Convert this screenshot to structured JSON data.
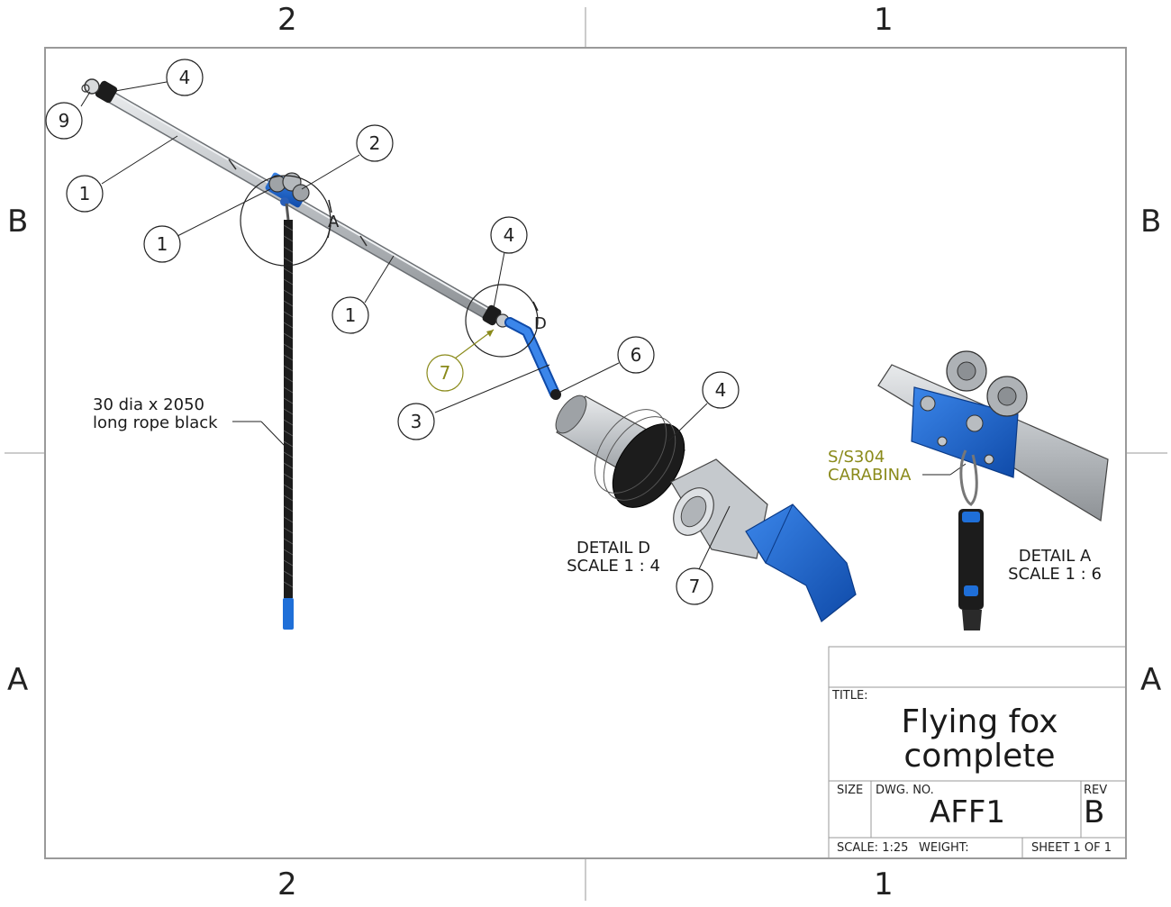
{
  "zones": {
    "top": [
      "2",
      "1"
    ],
    "bottom": [
      "2",
      "1"
    ],
    "left": [
      "B",
      "A"
    ],
    "right": [
      "B",
      "A"
    ]
  },
  "balloons": {
    "b9": "9",
    "b4_top": "4",
    "b1_a": "1",
    "b1_b": "1",
    "b2": "2",
    "b1_c": "1",
    "b4_mid": "4",
    "b7_mid": "7",
    "b6": "6",
    "b3": "3",
    "b4_detail": "4",
    "b7_detail": "7"
  },
  "view_labels": {
    "detail_a_marker": "A",
    "detail_d_marker": "D"
  },
  "notes": {
    "rope": [
      "30 dia x 2050",
      "long rope black"
    ],
    "carabina": [
      "S/S304",
      "CARABINA"
    ],
    "detail_d": [
      "DETAIL D",
      "SCALE 1 : 4"
    ],
    "detail_a": [
      "DETAIL A",
      "SCALE 1 : 6"
    ]
  },
  "title_block": {
    "title_label": "TITLE:",
    "title_lines": [
      "Flying fox",
      "complete"
    ],
    "size_label": "SIZE",
    "dwg_no_label": "DWG.  NO.",
    "dwg_no": "AFF1",
    "rev_label": "REV",
    "rev": "B",
    "scale": "SCALE: 1:25",
    "weight": "WEIGHT:",
    "sheet": "SHEET 1 OF 1"
  },
  "colors": {
    "part_blue": "#1f6fd8",
    "part_blue_dark": "#0f4aa8",
    "pipe_grey": "#b8bcc0",
    "olive_annotation": "#8a8a1a",
    "rope_black": "#1c1c1c"
  }
}
